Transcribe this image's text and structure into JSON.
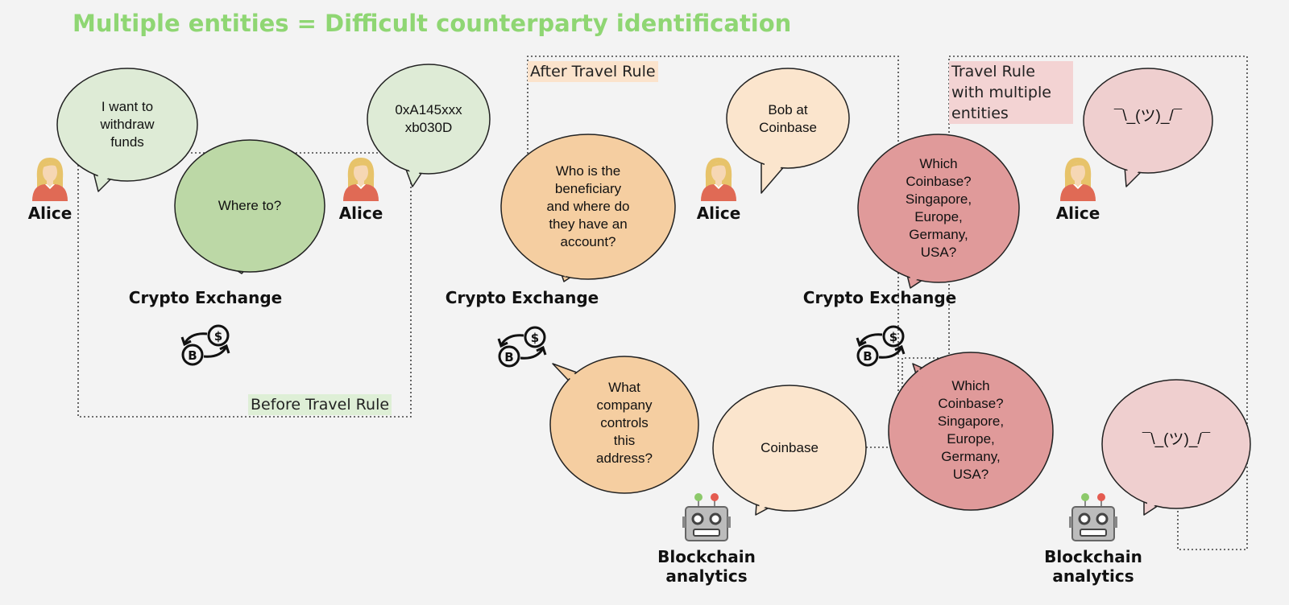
{
  "title": "Multiple entities = Difficult counterparty identification",
  "sections": {
    "before": "Before Travel Rule",
    "after": "After Travel Rule",
    "multiple": "Travel Rule with multiple entities"
  },
  "actors": {
    "alice": "Alice",
    "exchange": "Crypto Exchange",
    "analytics": "Blockchain\nanalytics"
  },
  "bubbles": {
    "withdraw": "I want to\nwithdraw\nfunds",
    "where_to": "Where to?",
    "address": "0xA145xxx\nxb030D",
    "who_beneficiary": "Who is the\nbeneficiary\nand where do\nthey have an\naccount?",
    "bob": "Bob at\nCoinbase",
    "what_company": "What\ncompany\ncontrols\nthis\naddress?",
    "coinbase": "Coinbase",
    "which_coinbase": "Which\nCoinbase?\nSingapore,\nEurope,\nGermany,\nUSA?",
    "which_coinbase_analytics": "Which\nCoinbase?\nSingapore,\nEurope,\nGermany,\nUSA?",
    "shrug": "¯\\_(ツ)_/¯",
    "shrug_analytics": "¯\\_(ツ)_/¯"
  },
  "colors": {
    "title": "#8fd673",
    "green_light": "#deebd6",
    "green": "#bcd8a6",
    "orange_light": "#fbe5cd",
    "orange": "#f5cea1",
    "red": "#e09a9a",
    "pink": "#efcfcf"
  },
  "icons": {
    "person": "woman-icon",
    "exchange": "crypto-exchange-icon",
    "robot": "robot-icon"
  }
}
